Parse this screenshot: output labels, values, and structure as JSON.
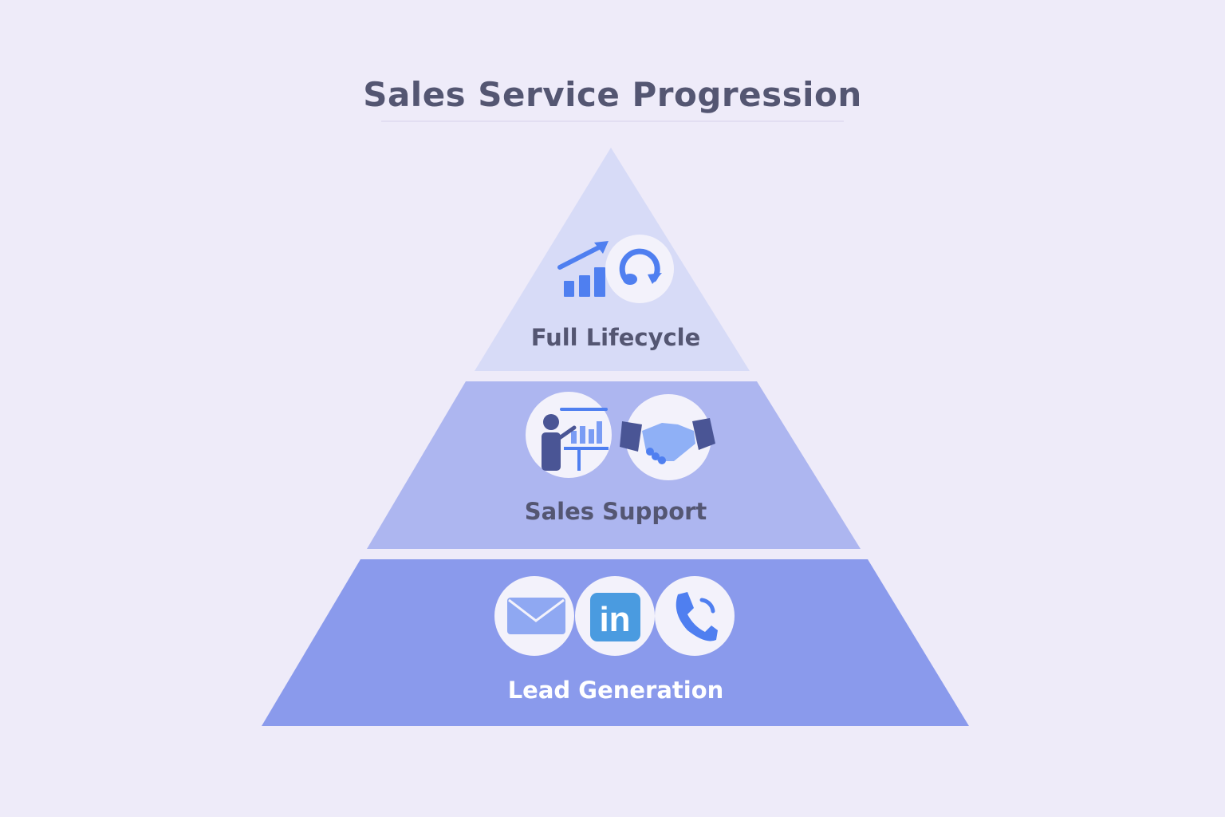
{
  "title": "Sales Service Progression",
  "tiers": [
    {
      "label": "Full Lifecycle",
      "icons": [
        "growth-chart-icon",
        "lifecycle-cycle-icon"
      ],
      "color": "#d7dbf7"
    },
    {
      "label": "Sales Support",
      "icons": [
        "presentation-icon",
        "handshake-icon"
      ],
      "color": "#adb6f0"
    },
    {
      "label": "Lead Generation",
      "icons": [
        "email-icon",
        "linkedin-icon",
        "phone-icon"
      ],
      "color": "#8a9aec"
    }
  ],
  "linkedin_text": "in",
  "colors": {
    "background": "#eeebf9",
    "icon_blue": "#4f7ff0",
    "icon_dark": "#4a5595",
    "label_dark": "#545672",
    "label_light": "#ffffff"
  }
}
